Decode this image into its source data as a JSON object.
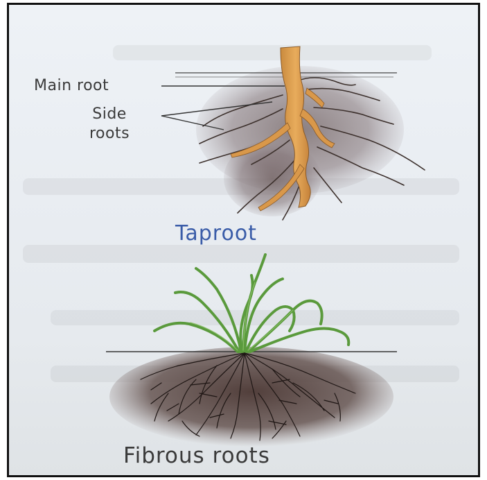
{
  "diagram": {
    "labels": {
      "main_root": "Main root",
      "side_roots_line1": "Side",
      "side_roots_line2": "roots"
    },
    "titles": {
      "taproot": "Taproot",
      "fibrous": "Fibrous roots"
    }
  },
  "colors": {
    "taproot_title": "#3a5ca8",
    "root_fill": "#e0a14e",
    "soil": "#5a4540",
    "grass": "#6faa4a"
  }
}
